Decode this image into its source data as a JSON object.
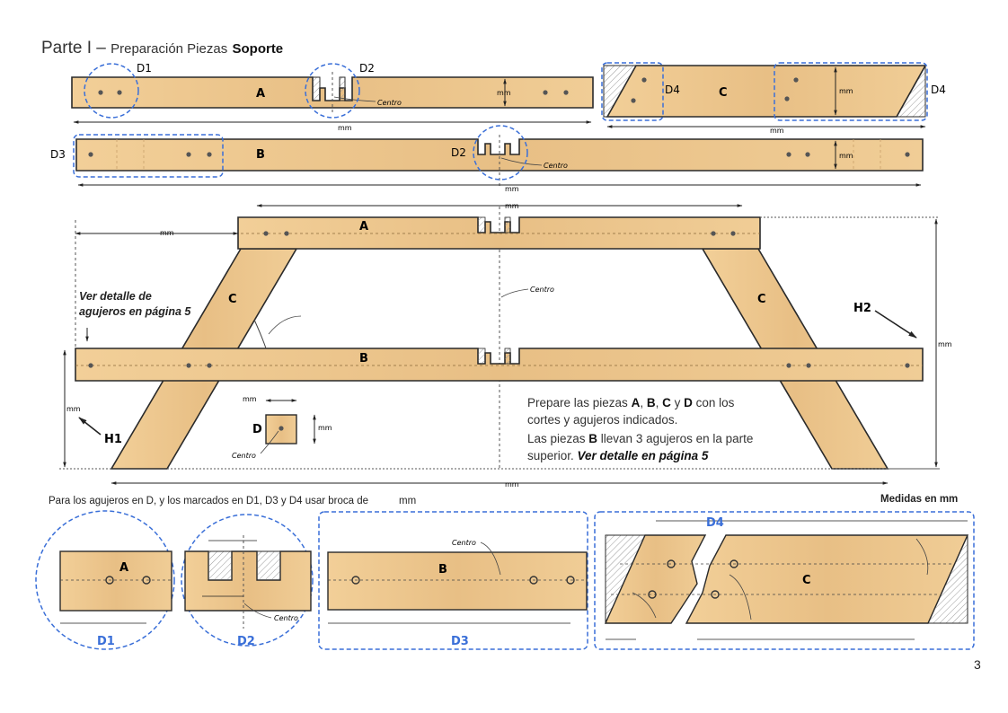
{
  "header": {
    "part": "Parte I",
    "dash": "–",
    "subtitle": "Preparación Piezas",
    "subtitle_bold": "Soporte"
  },
  "labels": {
    "A": "A",
    "B": "B",
    "C": "C",
    "D": "D",
    "D1": "D1",
    "D2": "D2",
    "D3": "D3",
    "D4": "D4",
    "H1": "H1",
    "H2": "H2",
    "centro": "Centro",
    "mm": "mm"
  },
  "detail_note": {
    "line1": "Ver detalle de",
    "line2": "agujeros en página 5"
  },
  "instructions": {
    "p1_a": "Prepare las piezas ",
    "p1_pieces": [
      "A",
      "B",
      "C",
      "D"
    ],
    "p1_sep": [
      ", ",
      ", ",
      " y "
    ],
    "p1_b": " con los",
    "p1_c": "cortes y agujeros indicados.",
    "p2_a": "Las piezas ",
    "p2_b": "B",
    "p2_c": " llevan 3 agujeros en la parte",
    "p2_d": "superior. ",
    "p2_e": "Ver detalle en página 5"
  },
  "drill_note": {
    "text": "Para los agujeros en D, y los marcados en D1, D3 y D4 usar broca de",
    "unit": "mm"
  },
  "units_note": "Medidas en mm",
  "page_number": "3",
  "colors": {
    "wood": "#ecc68f",
    "wood_edge": "#2a2a2a",
    "callout": "#3a6fd8",
    "hatch": "#999999"
  }
}
